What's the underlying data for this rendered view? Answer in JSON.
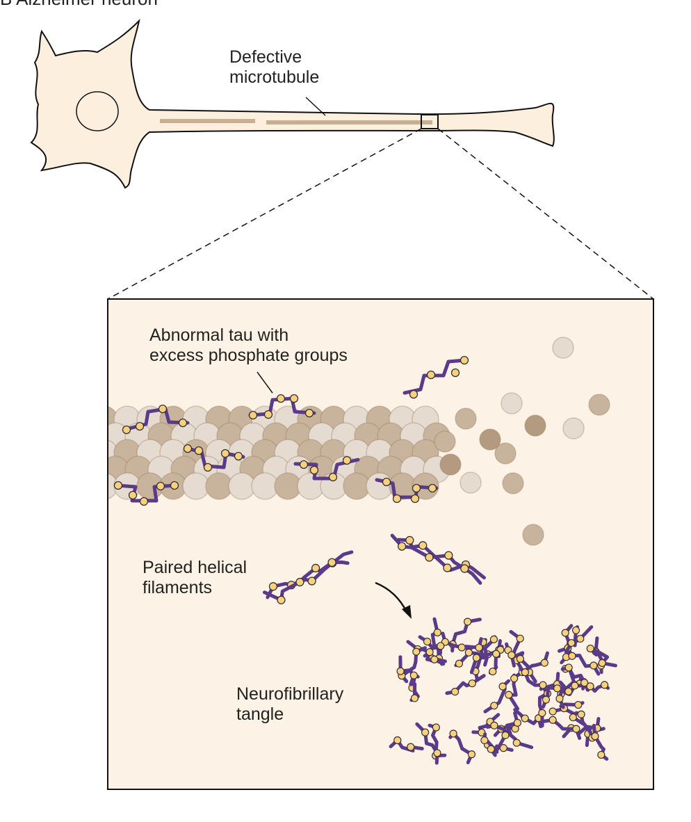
{
  "title": "B  Alzheimer neuron",
  "labels": {
    "defective_microtubule": [
      "Defective",
      "microtubule"
    ],
    "abnormal_tau": [
      "Abnormal tau with",
      "excess phosphate groups"
    ],
    "paired_helical": [
      "Paired helical",
      "filaments"
    ],
    "tangle": [
      "Neurofibrillary",
      "tangle"
    ]
  },
  "colors": {
    "background_panel": "#fcf2e5",
    "neuron_fill": "#fcefdd",
    "tubulin_light": "#e5dbd1",
    "tubulin_dark": "#c8b39c",
    "tubulin_darker": "#b39a80",
    "tau": "#5b3a8a",
    "phosphate": "#f9d07f",
    "microtubule_line": "#c8ae93"
  }
}
